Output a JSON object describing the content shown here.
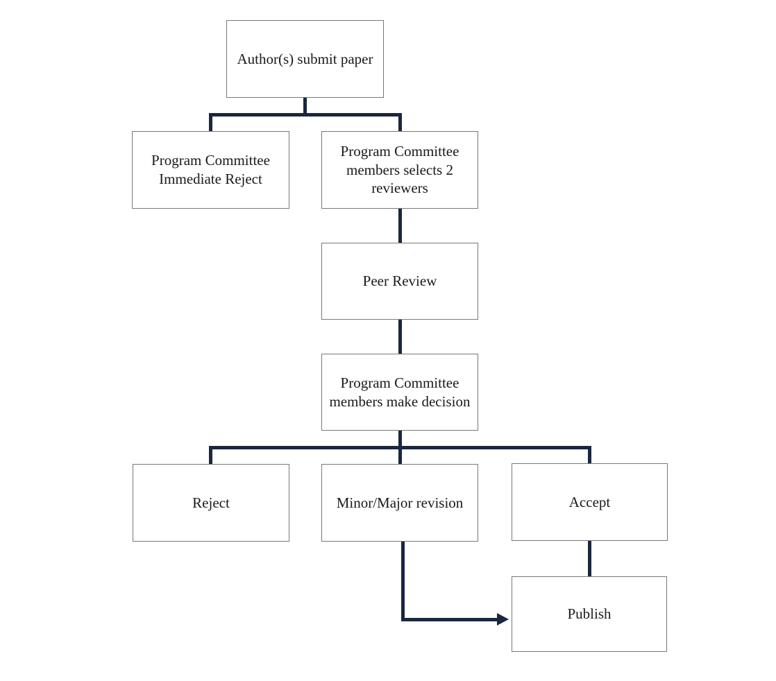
{
  "diagram": {
    "nodes": [
      {
        "id": "submit",
        "label": "Author(s) submit paper"
      },
      {
        "id": "immediate",
        "label": "Program Committee Immediate Reject"
      },
      {
        "id": "select",
        "label": "Program Committee members selects 2 reviewers"
      },
      {
        "id": "peer",
        "label": "Peer Review"
      },
      {
        "id": "decision",
        "label": "Program Committee members make decision"
      },
      {
        "id": "reject",
        "label": "Reject"
      },
      {
        "id": "revision",
        "label": "Minor/Major revision"
      },
      {
        "id": "accept",
        "label": "Accept"
      },
      {
        "id": "publish",
        "label": "Publish"
      }
    ],
    "edges": [
      {
        "from": "submit",
        "to": "immediate",
        "arrow": false
      },
      {
        "from": "submit",
        "to": "select",
        "arrow": false
      },
      {
        "from": "select",
        "to": "peer",
        "arrow": false
      },
      {
        "from": "peer",
        "to": "decision",
        "arrow": false
      },
      {
        "from": "decision",
        "to": "reject",
        "arrow": false
      },
      {
        "from": "decision",
        "to": "revision",
        "arrow": false
      },
      {
        "from": "decision",
        "to": "accept",
        "arrow": false
      },
      {
        "from": "accept",
        "to": "publish",
        "arrow": false
      },
      {
        "from": "revision",
        "to": "publish",
        "arrow": true
      }
    ],
    "colors": {
      "connector": "#19273f",
      "box_border": "#777777",
      "box_fill": "#ffffff",
      "text": "#1a1a1a",
      "background": "#ffffff"
    }
  }
}
